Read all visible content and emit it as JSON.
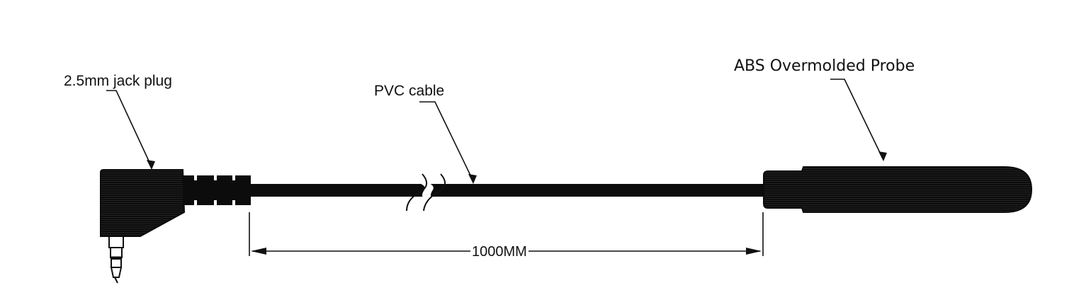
{
  "labels": {
    "jack_plug": "2.5mm jack plug",
    "cable": "PVC cable",
    "probe": "ABS Overmolded Probe",
    "length": "1000MM"
  },
  "colors": {
    "ink": "#111111",
    "body": "#0c0c0c",
    "background": "#ffffff"
  }
}
